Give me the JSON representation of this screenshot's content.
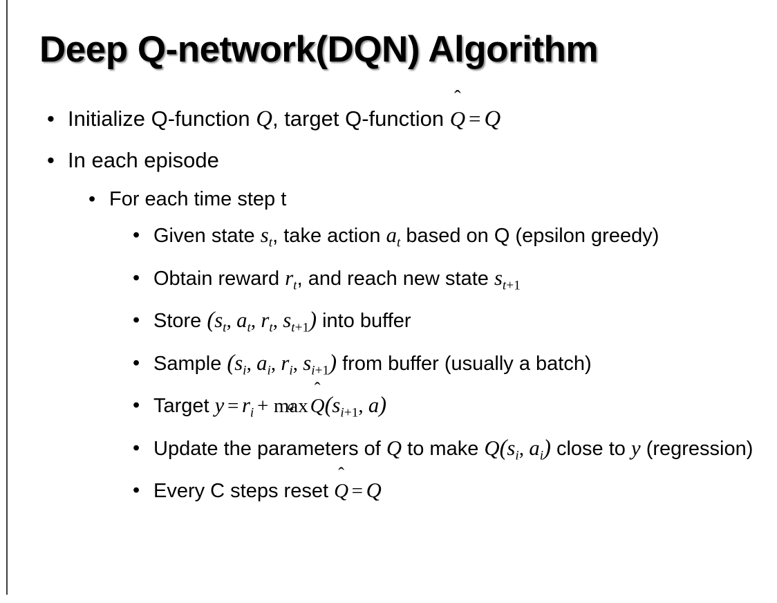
{
  "slide": {
    "title": "Deep Q-network(DQN) Algorithm",
    "background_color": "#ffffff",
    "text_color": "#000000",
    "rule_color": "#3d3d3d"
  },
  "bullets": {
    "b1": {
      "level": 1,
      "marker": "•",
      "prefix": "Initialize Q-function ",
      "var_q1": "Q",
      "mid": ", target Q-function ",
      "hat_base": "Q",
      "hat_accent": "̂",
      "equals": "=",
      "var_q2": "Q"
    },
    "b2": {
      "level": 1,
      "marker": "•",
      "text": "In each episode"
    },
    "b3": {
      "level": 2,
      "marker": "•",
      "text": "For each time step t"
    },
    "b4": {
      "level": 3,
      "marker": "•",
      "p1": "Given state ",
      "v1": "s",
      "v1sub": "t",
      "p2": ", take action ",
      "v2": "a",
      "v2sub": "t",
      "p3": " based on Q (epsilon greedy)"
    },
    "b5": {
      "level": 3,
      "marker": "•",
      "p1": "Obtain reward ",
      "v1": "r",
      "v1sub": "t",
      "p2": ", and reach new state ",
      "v2": "s",
      "v2sub_var": "t",
      "v2sub_plus": "+1"
    },
    "b6": {
      "level": 3,
      "marker": "•",
      "p1": "Store ",
      "open": "(",
      "v1": "s",
      "v1sub": "t",
      "sep1": ", ",
      "v2": "a",
      "v2sub": "t",
      "sep2": ", ",
      "v3": "r",
      "v3sub": "t",
      "sep3": ", ",
      "v4": "s",
      "v4sub_var": "t",
      "v4sub_plus": "+1",
      "close": ")",
      "p2": " into buffer"
    },
    "b7": {
      "level": 3,
      "marker": "•",
      "p1": "Sample ",
      "open": "(",
      "v1": "s",
      "v1sub": "i",
      "sep1": ", ",
      "v2": "a",
      "v2sub": "i",
      "sep2": ", ",
      "v3": "r",
      "v3sub": "i",
      "sep3": ", ",
      "v4": "s",
      "v4sub_var": "i",
      "v4sub_plus": "+1",
      "close": ")",
      "p2": " from buffer (usually a batch)"
    },
    "b8": {
      "level": 3,
      "marker": "•",
      "p1": "Target ",
      "y": "y",
      "eq": "=",
      "r": "r",
      "rsub": "i",
      "plus": "+",
      "maxop": "max",
      "maxlim": "a",
      "hat_base": "Q",
      "hat_accent": "̂",
      "open": "(",
      "s": "s",
      "ssub_var": "i",
      "ssub_plus": "+1",
      "sep": ", ",
      "a": "a",
      "close": ")"
    },
    "b9": {
      "level": 3,
      "marker": "•",
      "p1": "Update the parameters of ",
      "q1": "Q",
      "p2": " to make ",
      "q2": "Q",
      "open": "(",
      "s": "s",
      "ssub": "i",
      "sep": ", ",
      "a": "a",
      "asub": "i",
      "close": ")",
      "p3": " close to ",
      "y": "y",
      "p4": " (regression)"
    },
    "b10": {
      "level": 3,
      "marker": "•",
      "p1": "Every C steps reset ",
      "hat_base": "Q",
      "hat_accent": "̂",
      "eq": "=",
      "q": "Q"
    }
  }
}
